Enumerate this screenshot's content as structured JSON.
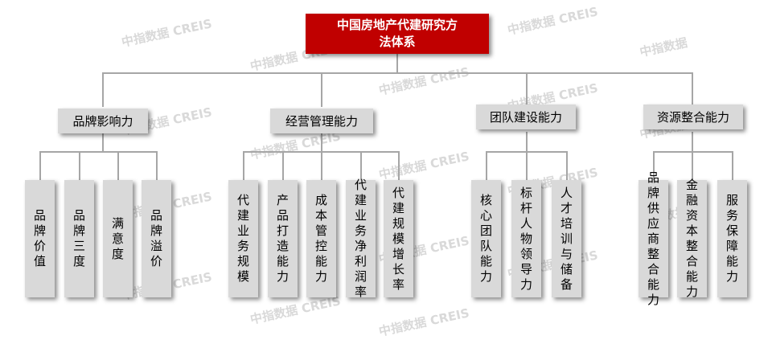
{
  "root": {
    "line1": "中国房地产代建研究方",
    "line2": "法体系"
  },
  "watermark": {
    "full": "中指数据 CREIS",
    "short": "中指数据"
  },
  "categories": [
    {
      "label": "品牌影响力",
      "items": [
        "品牌价值",
        "品牌三度",
        "满意度",
        "品牌溢价"
      ]
    },
    {
      "label": "经营管理能力",
      "items": [
        "代建业务规模",
        "产品打造能力",
        "成本管控能力",
        "代建业务净利润率",
        "代建规模增长率"
      ]
    },
    {
      "label": "团队建设能力",
      "items": [
        "核心团队能力",
        "标杆人物领导力",
        "人才培训与储备"
      ]
    },
    {
      "label": "资源整合能力",
      "items": [
        "品牌供应商整合能力",
        "金融资本整合能力",
        "服务保障能力"
      ]
    }
  ],
  "colors": {
    "root_bg": "#c00000",
    "box_bg": "#d9d9d9",
    "connector": "#a6a6a6",
    "watermark": "#d9d9d9"
  }
}
